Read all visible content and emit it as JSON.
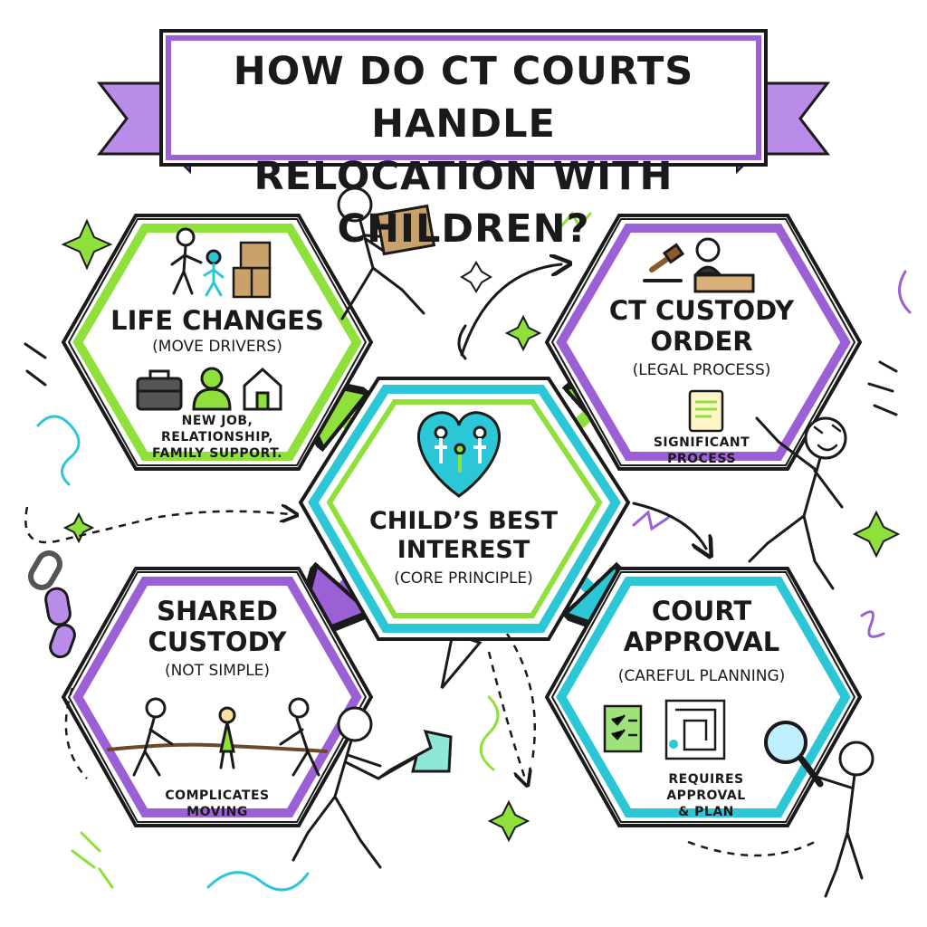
{
  "title": {
    "line1": "HOW DO CT COURTS HANDLE",
    "line2": "RELOCATION WITH CHILDREN?"
  },
  "nodes": {
    "life_changes": {
      "title": "LIFE CHANGES",
      "subtitle": "(MOVE DRIVERS)",
      "detail_line1": "NEW JOB,",
      "detail_line2": "RELATIONSHIP,",
      "detail_line3": "FAMILY SUPPORT.",
      "icons": [
        "walking-family-icon",
        "boxes-icon",
        "briefcase-icon",
        "person-icon",
        "house-icon"
      ]
    },
    "custody_order": {
      "title_line1": "CT CUSTODY",
      "title_line2": "ORDER",
      "subtitle": "(LEGAL PROCESS)",
      "detail_line1": "SIGNIFICANT",
      "detail_line2": "PROCESS",
      "icons": [
        "judge-gavel-icon",
        "scroll-icon"
      ]
    },
    "best_interest": {
      "title_line1": "CHILD’S BEST",
      "title_line2": "INTEREST",
      "subtitle": "(CORE PRINCIPLE)",
      "icons": [
        "heart-family-icon"
      ]
    },
    "shared_custody": {
      "title_line1": "SHARED",
      "title_line2": "CUSTODY",
      "subtitle": "(NOT SIMPLE)",
      "detail_line1": "COMPLICATES",
      "detail_line2": "MOVING",
      "icons": [
        "tug-of-war-icon"
      ]
    },
    "court_approval": {
      "title_line1": "COURT",
      "title_line2": "APPROVAL",
      "subtitle": "(CAREFUL PLANNING)",
      "detail_line1": "REQUIRES",
      "detail_line2": "APPROVAL",
      "detail_line3": "& PLAN",
      "icons": [
        "checklist-icon",
        "maze-icon",
        "magnifier-icon"
      ]
    }
  },
  "colors": {
    "green": "#8fe03a",
    "purple": "#9b5fd6",
    "teal": "#2cc7d6",
    "ink": "#1a1a1a"
  }
}
